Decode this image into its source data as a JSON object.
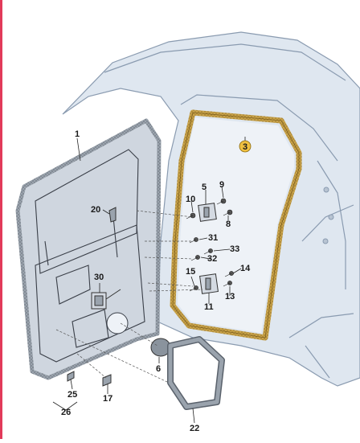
{
  "callouts": [
    {
      "id": "door-frame",
      "label": "1"
    },
    {
      "id": "body-seal",
      "label": "3"
    },
    {
      "id": "door-hinge-upper",
      "label": "5"
    },
    {
      "id": "screw-9",
      "label": "9"
    },
    {
      "id": "screw-10",
      "label": "10"
    },
    {
      "id": "screw-8",
      "label": "8"
    },
    {
      "id": "bracket-20",
      "label": "20"
    },
    {
      "id": "bolt-31",
      "label": "31"
    },
    {
      "id": "bolt-33",
      "label": "33"
    },
    {
      "id": "bolt-32",
      "label": "32"
    },
    {
      "id": "door-lock",
      "label": "30"
    },
    {
      "id": "screw-14",
      "label": "14"
    },
    {
      "id": "door-hinge-lower",
      "label": "15"
    },
    {
      "id": "screw-13",
      "label": "13"
    },
    {
      "id": "hinge-11",
      "label": "11"
    },
    {
      "id": "plug-6",
      "label": "6"
    },
    {
      "id": "clip-25",
      "label": "25"
    },
    {
      "id": "clip-17",
      "label": "17"
    },
    {
      "id": "group-26",
      "label": "26"
    },
    {
      "id": "seal-22",
      "label": "22"
    }
  ],
  "colors": {
    "seal": "#c9a34a",
    "body": "#dfe7f0",
    "door": "#cfd6df",
    "highlight": "#f0c040"
  }
}
